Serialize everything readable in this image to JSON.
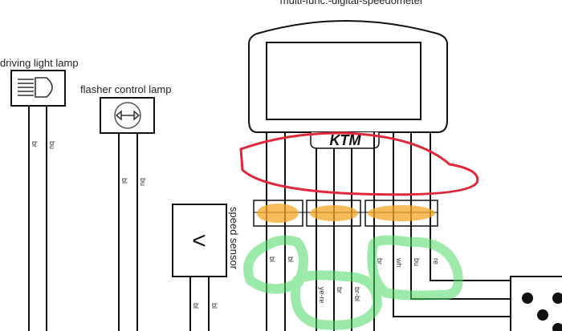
{
  "title": "multi-func.-digital-speedometer",
  "logo": "KTM",
  "components": {
    "driving_light": {
      "label": "driving light lamp",
      "wires": [
        "br",
        "bu"
      ]
    },
    "flasher": {
      "label": "flasher control lamp",
      "wires": [
        "bl",
        "bu"
      ]
    },
    "speed_sensor": {
      "label": "speed sensor",
      "symbol": "<",
      "wires": [
        "bl",
        "bl"
      ]
    }
  },
  "speedometer_wires": {
    "group1": [
      "bl",
      "bl"
    ],
    "group2": [
      "ye-re",
      "br",
      "br-bl"
    ],
    "group3": [
      "br",
      "wh",
      "bu",
      "re"
    ]
  },
  "annotations": {
    "red": "#e0283a",
    "orange": "#f5a623",
    "green": "#4cd964"
  }
}
